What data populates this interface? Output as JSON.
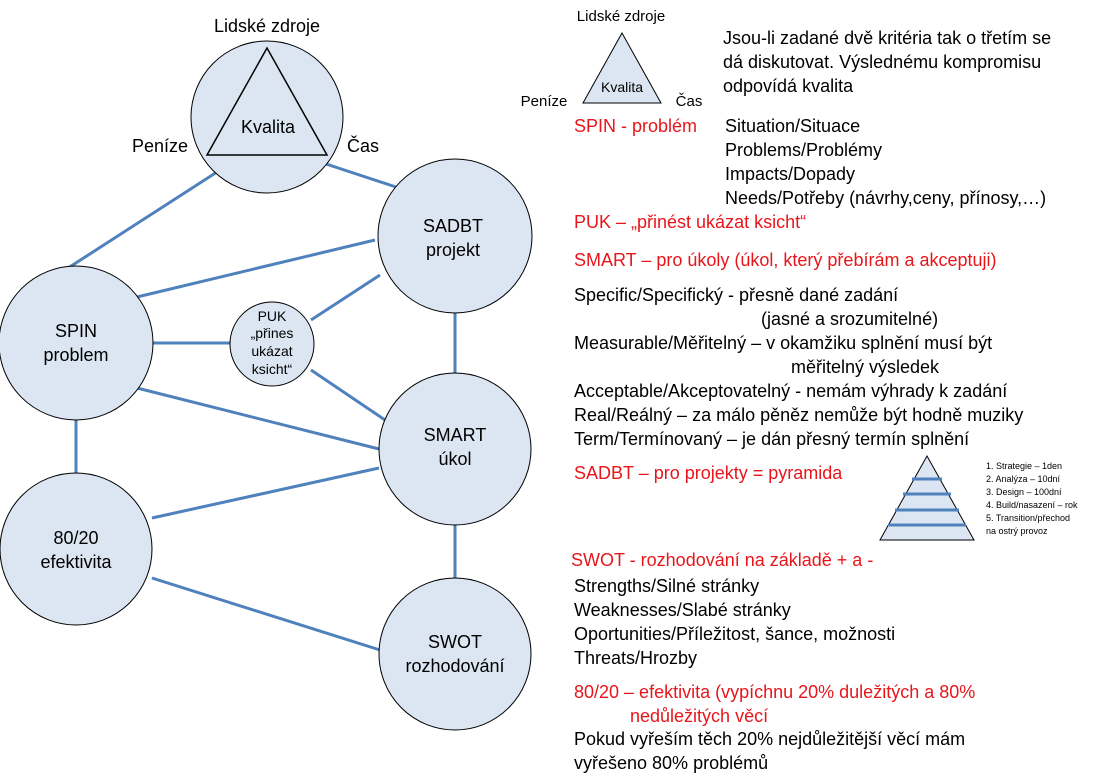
{
  "colors": {
    "accent": "#e8161b",
    "node_fill": "#dce6f2",
    "edge": "#4f81bd",
    "node_stroke": "#000000"
  },
  "diagram": {
    "triangle_top": "Lidské zdroje",
    "triangle_left": "Peníze",
    "triangle_right": "Čas",
    "triangle_center": "Kvalita",
    "sadbt_line1": "SADBT",
    "sadbt_line2": "projekt",
    "spin_line1": "SPIN",
    "spin_line2": "problem",
    "puk_line1": "PUK",
    "puk_line2": "„přines",
    "puk_line3": "ukázat",
    "puk_line4": "ksicht“",
    "smart_line1": "SMART",
    "smart_line2": "úkol",
    "eff_line1": "80/20",
    "eff_line2": "efektivita",
    "swot_line1": "SWOT",
    "swot_line2": "rozhodování"
  },
  "legend_triangle": {
    "top": "Lidské zdroje",
    "left": "Peníze",
    "right": "Čas",
    "center": "Kvalita"
  },
  "intro": {
    "line1": "Jsou-li zadané dvě kritéria tak o třetím se",
    "line2": "dá diskutovat. Výslednému kompromisu",
    "line3": "odpovídá kvalita"
  },
  "spin": {
    "heading": "SPIN - problém",
    "items": [
      "Situation/Situace",
      "Problems/Problémy",
      "Impacts/Dopady",
      "Needs/Potřeby (návrhy,ceny, přínosy,…)"
    ]
  },
  "puk": {
    "heading": "PUK – „přinést ukázat ksicht“"
  },
  "smart": {
    "heading": "SMART – pro úkoly (úkol, který přebírám a akceptuji)",
    "l1": "Specific/Specifický - přesně dané zadání",
    "l2": "(jasné a srozumitelné)",
    "l3": "Measurable/Měřitelný – v okamžiku splnění musí být",
    "l4": "měřitelný výsledek",
    "l5": "Acceptable/Akceptovatelný - nemám výhrady k zadání",
    "l6": "Real/Reálný – za málo pěněz nemůže být hodně muziky",
    "l7": "Term/Termínovaný – je dán přesný termín splnění"
  },
  "sadbt": {
    "heading": "SADBT – pro projekty = pyramida",
    "pyramid": [
      "1. Strategie – 1den",
      "2. Analýza – 10dní",
      "3. Design – 100dní",
      "4. Build/nasazení – rok",
      "5. Transition/přechod",
      "na ostrý provoz"
    ]
  },
  "swot": {
    "heading": "SWOT - rozhodování na základě + a -",
    "items": [
      "Strengths/Silné stránky",
      "Weaknesses/Slabé stránky",
      "Oportunities/Příležitost, šance, možnosti",
      "Threats/Hrozby"
    ]
  },
  "pareto": {
    "heading1": "80/20 – efektivita (vypíchnu 20% duležitých a 80%",
    "heading2": "nedůležitých věcí",
    "l1": "Pokud vyřeším těch 20% nejdůležitější věcí mám",
    "l2": "vyřešeno 80% problémů"
  }
}
